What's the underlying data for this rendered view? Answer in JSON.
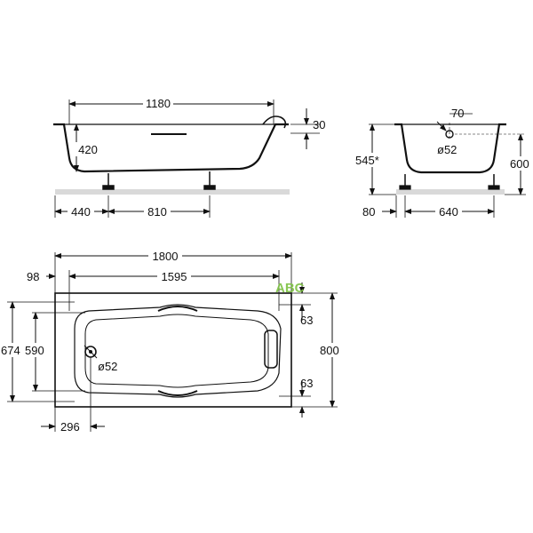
{
  "side_view": {
    "length_top": "1180",
    "depth": "420",
    "rim": "30",
    "left_offset": "440",
    "feet_spacing": "810"
  },
  "end_view": {
    "drain_offset": "70",
    "drain_diameter": "ø52",
    "height_star": "545*",
    "height_total": "600",
    "left_foot": "80",
    "feet_spacing": "640"
  },
  "plan_view": {
    "overall_length": "1800",
    "inner_length": "1595",
    "end_margin": "98",
    "inner_width_a": "674",
    "inner_width_b": "590",
    "overall_width": "800",
    "handle_top": "63",
    "handle_bottom": "63",
    "drain_diameter": "ø52",
    "drain_offset": "296"
  },
  "watermark": {
    "text": "ABC",
    "color": "#7dc242"
  },
  "colors": {
    "line": "#111111",
    "fill": "#d9d9d9"
  }
}
